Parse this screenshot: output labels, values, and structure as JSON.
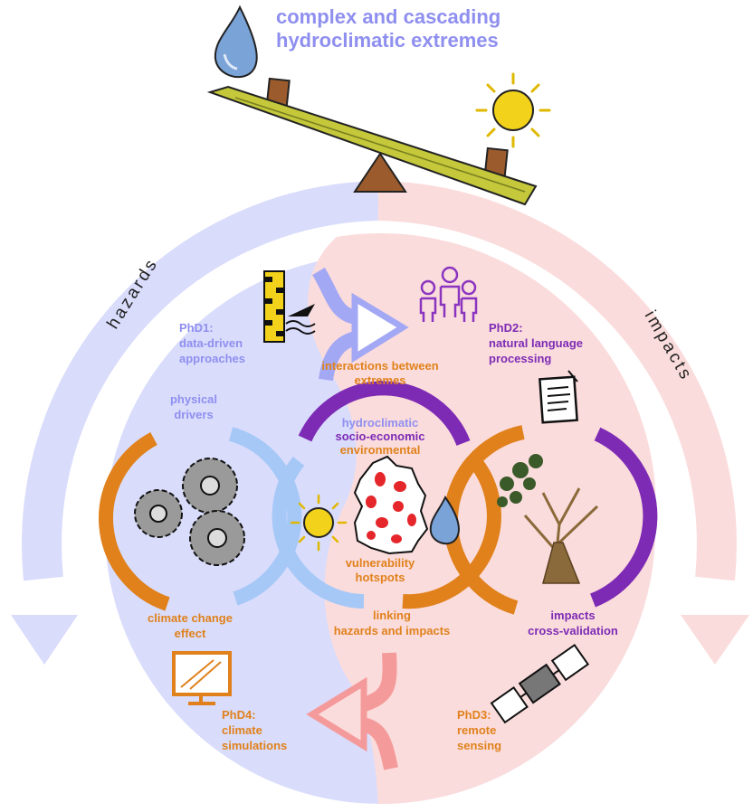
{
  "title": {
    "line1": "complex and cascading",
    "line2": "hydroclimatic extremes"
  },
  "arcs": {
    "left": "hazards",
    "right": "impacts"
  },
  "labels": {
    "phd1": [
      "PhD1:",
      "data-driven",
      "approaches"
    ],
    "phd2": [
      "PhD2:",
      "natural language",
      "processing"
    ],
    "phd3": [
      "PhD3:",
      "remote",
      "sensing"
    ],
    "phd4": [
      "PhD4:",
      "climate",
      "simulations"
    ],
    "interactions": [
      "interactions between",
      "extremes"
    ],
    "physical_drivers": [
      "physical",
      "drivers"
    ],
    "center_top_1": "hydroclimatic",
    "center_top_2": "socio-economic",
    "center_top_3": "environmental",
    "vulnerability": [
      "vulnerability",
      "hotspots"
    ],
    "climate_change": [
      "climate change",
      "effect"
    ],
    "linking": [
      "linking",
      "hazards and impacts"
    ],
    "impacts_cv": [
      "impacts",
      "cross-validation"
    ]
  },
  "colors": {
    "hazard_bg": "#d9dcfb",
    "impact_bg": "#fbdcdc",
    "hazard_text": "#8f8ff0",
    "orange": "#e0811c",
    "purple": "#7d2bb5",
    "light_blue": "#a6c8f7",
    "pink_arrow": "#f59a9a"
  },
  "icons": [
    "water-drop-icon",
    "sun-icon",
    "seesaw-icon",
    "gauge-icon",
    "people-icon",
    "document-icon",
    "gears-icon",
    "germany-map-icon",
    "tree-icon",
    "satellite-icon",
    "monitor-icon"
  ]
}
